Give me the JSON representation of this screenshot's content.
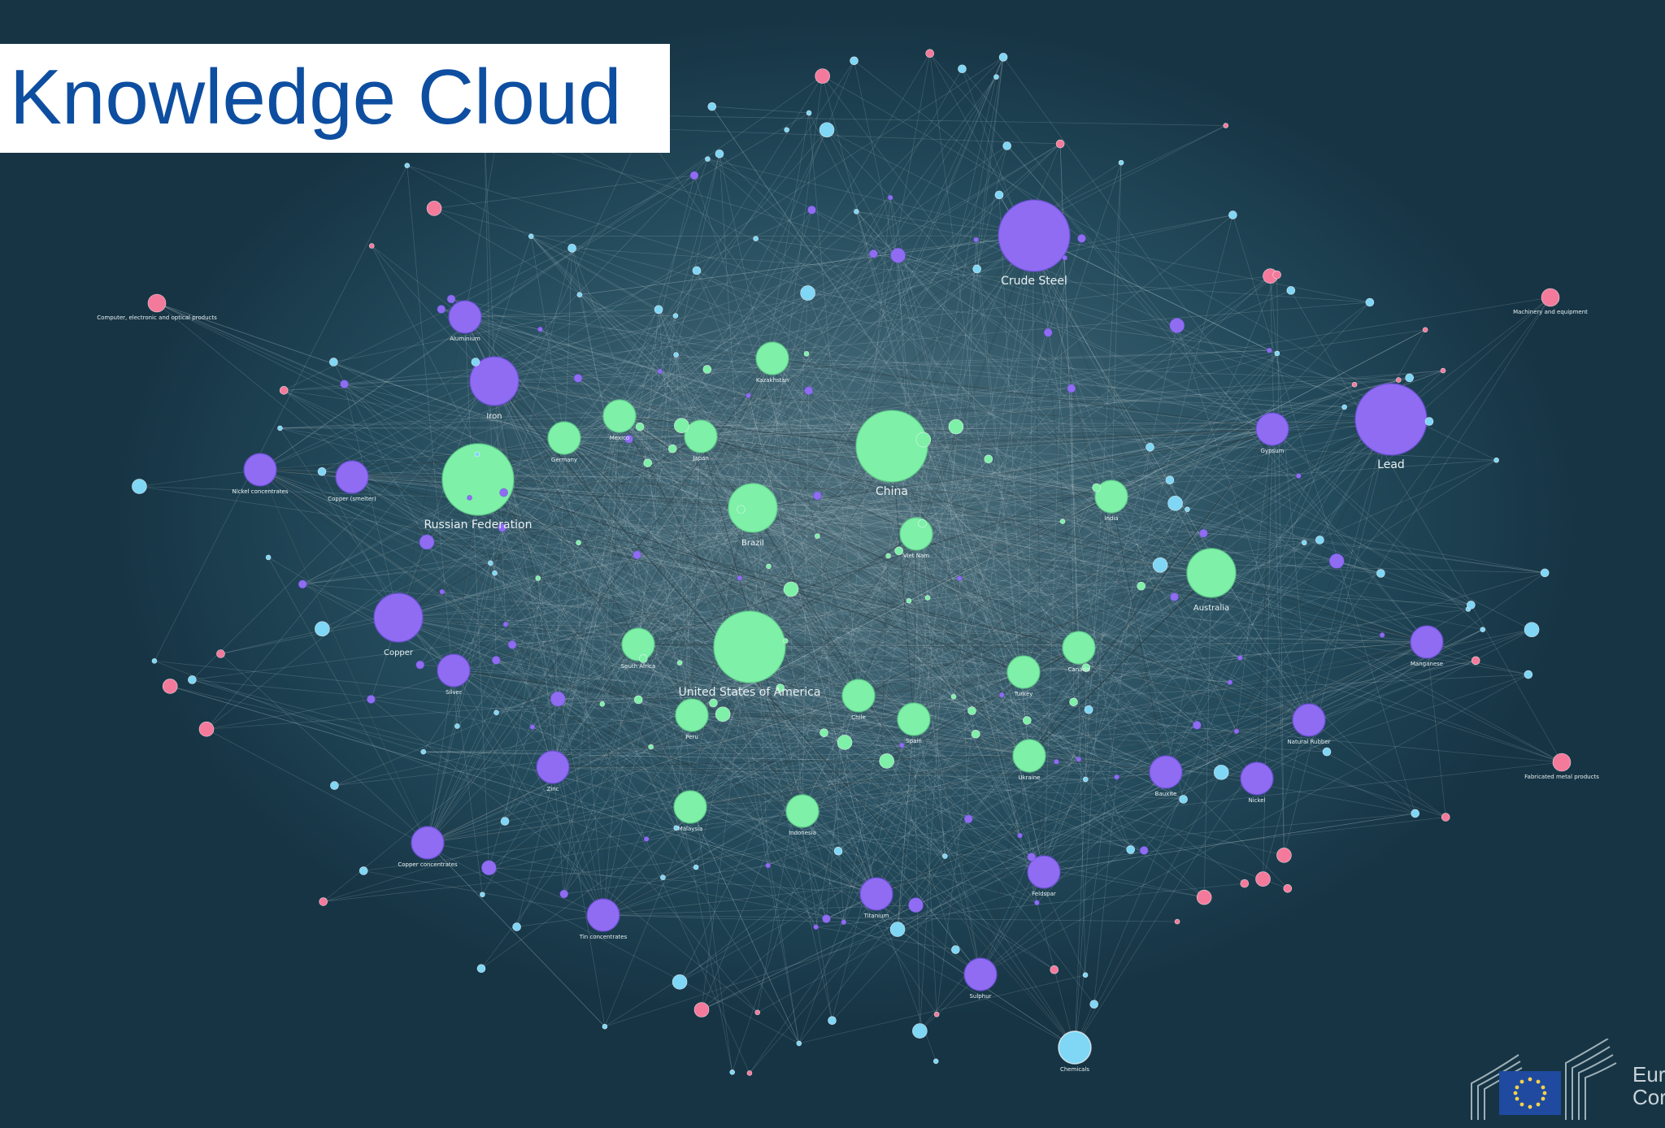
{
  "title": "Knowledge Cloud",
  "colors": {
    "commodity": "#8f6cf2",
    "country": "#7ef0a8",
    "product": "#7fd6f5",
    "sector": "#f47a9c",
    "edge": "#c9d7dc"
  },
  "legend_labels": {
    "logo_line1": "Eur",
    "logo_line2": "Cor"
  },
  "nodes": [
    {
      "id": "crude-steel",
      "label": "Crude Steel",
      "type": "commodity",
      "size": "xl"
    },
    {
      "id": "lead",
      "label": "Lead",
      "type": "commodity",
      "size": "xl"
    },
    {
      "id": "copper",
      "label": "Copper",
      "type": "commodity",
      "size": "l"
    },
    {
      "id": "iron",
      "label": "Iron",
      "type": "commodity",
      "size": "l"
    },
    {
      "id": "china",
      "label": "China",
      "type": "country",
      "size": "xl"
    },
    {
      "id": "russian-federation",
      "label": "Russian Federation",
      "type": "country",
      "size": "xl"
    },
    {
      "id": "usa",
      "label": "United States of America",
      "type": "country",
      "size": "xl"
    },
    {
      "id": "brazil",
      "label": "Brazil",
      "type": "country",
      "size": "l"
    },
    {
      "id": "australia",
      "label": "Australia",
      "type": "country",
      "size": "l"
    },
    {
      "id": "canada",
      "label": "Canada",
      "type": "country",
      "size": "m"
    },
    {
      "id": "india",
      "label": "India",
      "type": "country",
      "size": "m"
    },
    {
      "id": "mexico",
      "label": "Mexico",
      "type": "country",
      "size": "m"
    },
    {
      "id": "germany",
      "label": "Germany",
      "type": "country",
      "size": "m"
    },
    {
      "id": "japan",
      "label": "Japan",
      "type": "country",
      "size": "m"
    },
    {
      "id": "south-africa",
      "label": "South Africa",
      "type": "country",
      "size": "m"
    },
    {
      "id": "kazakhstan",
      "label": "Kazakhstan",
      "type": "country",
      "size": "m"
    },
    {
      "id": "peru",
      "label": "Peru",
      "type": "country",
      "size": "m"
    },
    {
      "id": "turkey",
      "label": "Turkey",
      "type": "country",
      "size": "m"
    },
    {
      "id": "chile",
      "label": "Chile",
      "type": "country",
      "size": "m"
    },
    {
      "id": "malaysia",
      "label": "Malaysia",
      "type": "country",
      "size": "m"
    },
    {
      "id": "indonesia",
      "label": "Indonesia",
      "type": "country",
      "size": "m"
    },
    {
      "id": "viet-nam",
      "label": "Viet Nam",
      "type": "country",
      "size": "m"
    },
    {
      "id": "ukraine",
      "label": "Ukraine",
      "type": "country",
      "size": "m"
    },
    {
      "id": "spain",
      "label": "Spain",
      "type": "country",
      "size": "m"
    },
    {
      "id": "gypsum",
      "label": "Gypsum",
      "type": "commodity",
      "size": "m"
    },
    {
      "id": "aluminium",
      "label": "Aluminium",
      "type": "commodity",
      "size": "m"
    },
    {
      "id": "zinc",
      "label": "Zinc",
      "type": "commodity",
      "size": "m"
    },
    {
      "id": "nickel",
      "label": "Nickel",
      "type": "commodity",
      "size": "m"
    },
    {
      "id": "silver",
      "label": "Silver",
      "type": "commodity",
      "size": "m"
    },
    {
      "id": "manganese",
      "label": "Manganese",
      "type": "commodity",
      "size": "m"
    },
    {
      "id": "natural-rubber",
      "label": "Natural Rubber",
      "type": "commodity",
      "size": "m"
    },
    {
      "id": "bauxite",
      "label": "Bauxite",
      "type": "commodity",
      "size": "m"
    },
    {
      "id": "feldspar",
      "label": "Feldspar",
      "type": "commodity",
      "size": "m"
    },
    {
      "id": "copper-smelter",
      "label": "Copper (smelter)",
      "type": "commodity",
      "size": "m"
    },
    {
      "id": "nickel-concentrates",
      "label": "Nickel concentrates",
      "type": "commodity",
      "size": "m"
    },
    {
      "id": "copper-concentrates",
      "label": "Copper concentrates",
      "type": "commodity",
      "size": "m"
    },
    {
      "id": "tin-concentrates",
      "label": "Tin concentrates",
      "type": "commodity",
      "size": "m"
    },
    {
      "id": "titanium",
      "label": "Titanium",
      "type": "commodity",
      "size": "m"
    },
    {
      "id": "sulphur",
      "label": "Sulphur",
      "type": "commodity",
      "size": "m"
    },
    {
      "id": "chemicals",
      "label": "Chemicals",
      "type": "product",
      "size": "m"
    },
    {
      "id": "computer-electronic",
      "label": "Computer, electronic and optical products",
      "type": "sector",
      "size": "s"
    },
    {
      "id": "fabricated-metal",
      "label": "Fabricated metal products",
      "type": "sector",
      "size": "s"
    },
    {
      "id": "machinery",
      "label": "Machinery and equipment",
      "type": "sector",
      "size": "s"
    }
  ]
}
